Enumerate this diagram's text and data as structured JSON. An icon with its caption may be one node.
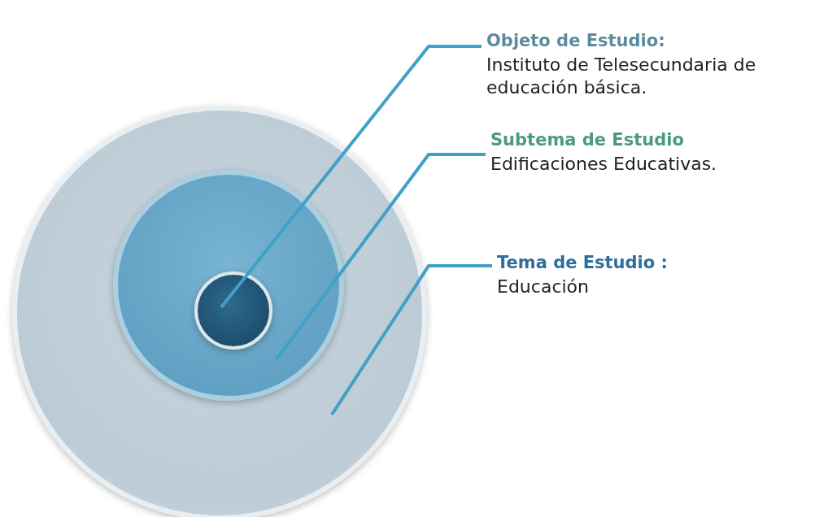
{
  "diagram": {
    "nodes": [
      {
        "text": [],
        "shape": "circle"
      },
      {
        "text": [],
        "shape": "circle",
        "in": 0
      },
      {
        "text": [],
        "shape": "circle",
        "in": 1
      },
      {
        "text": [
          "Objeto de Estudio:",
          "Instituto de Telesecundaria de educación básica."
        ]
      },
      {
        "text": [
          "Subtema de Estudio",
          "Edificaciones Educativas."
        ]
      },
      {
        "text": [
          "Tema de Estudio :",
          "Educación"
        ]
      }
    ],
    "edges": [
      {
        "from": 3,
        "to": 2,
        "arrow": "none"
      },
      {
        "from": 4,
        "to": 1,
        "arrow": "none"
      },
      {
        "from": 5,
        "to": 0,
        "arrow": "none"
      }
    ]
  }
}
